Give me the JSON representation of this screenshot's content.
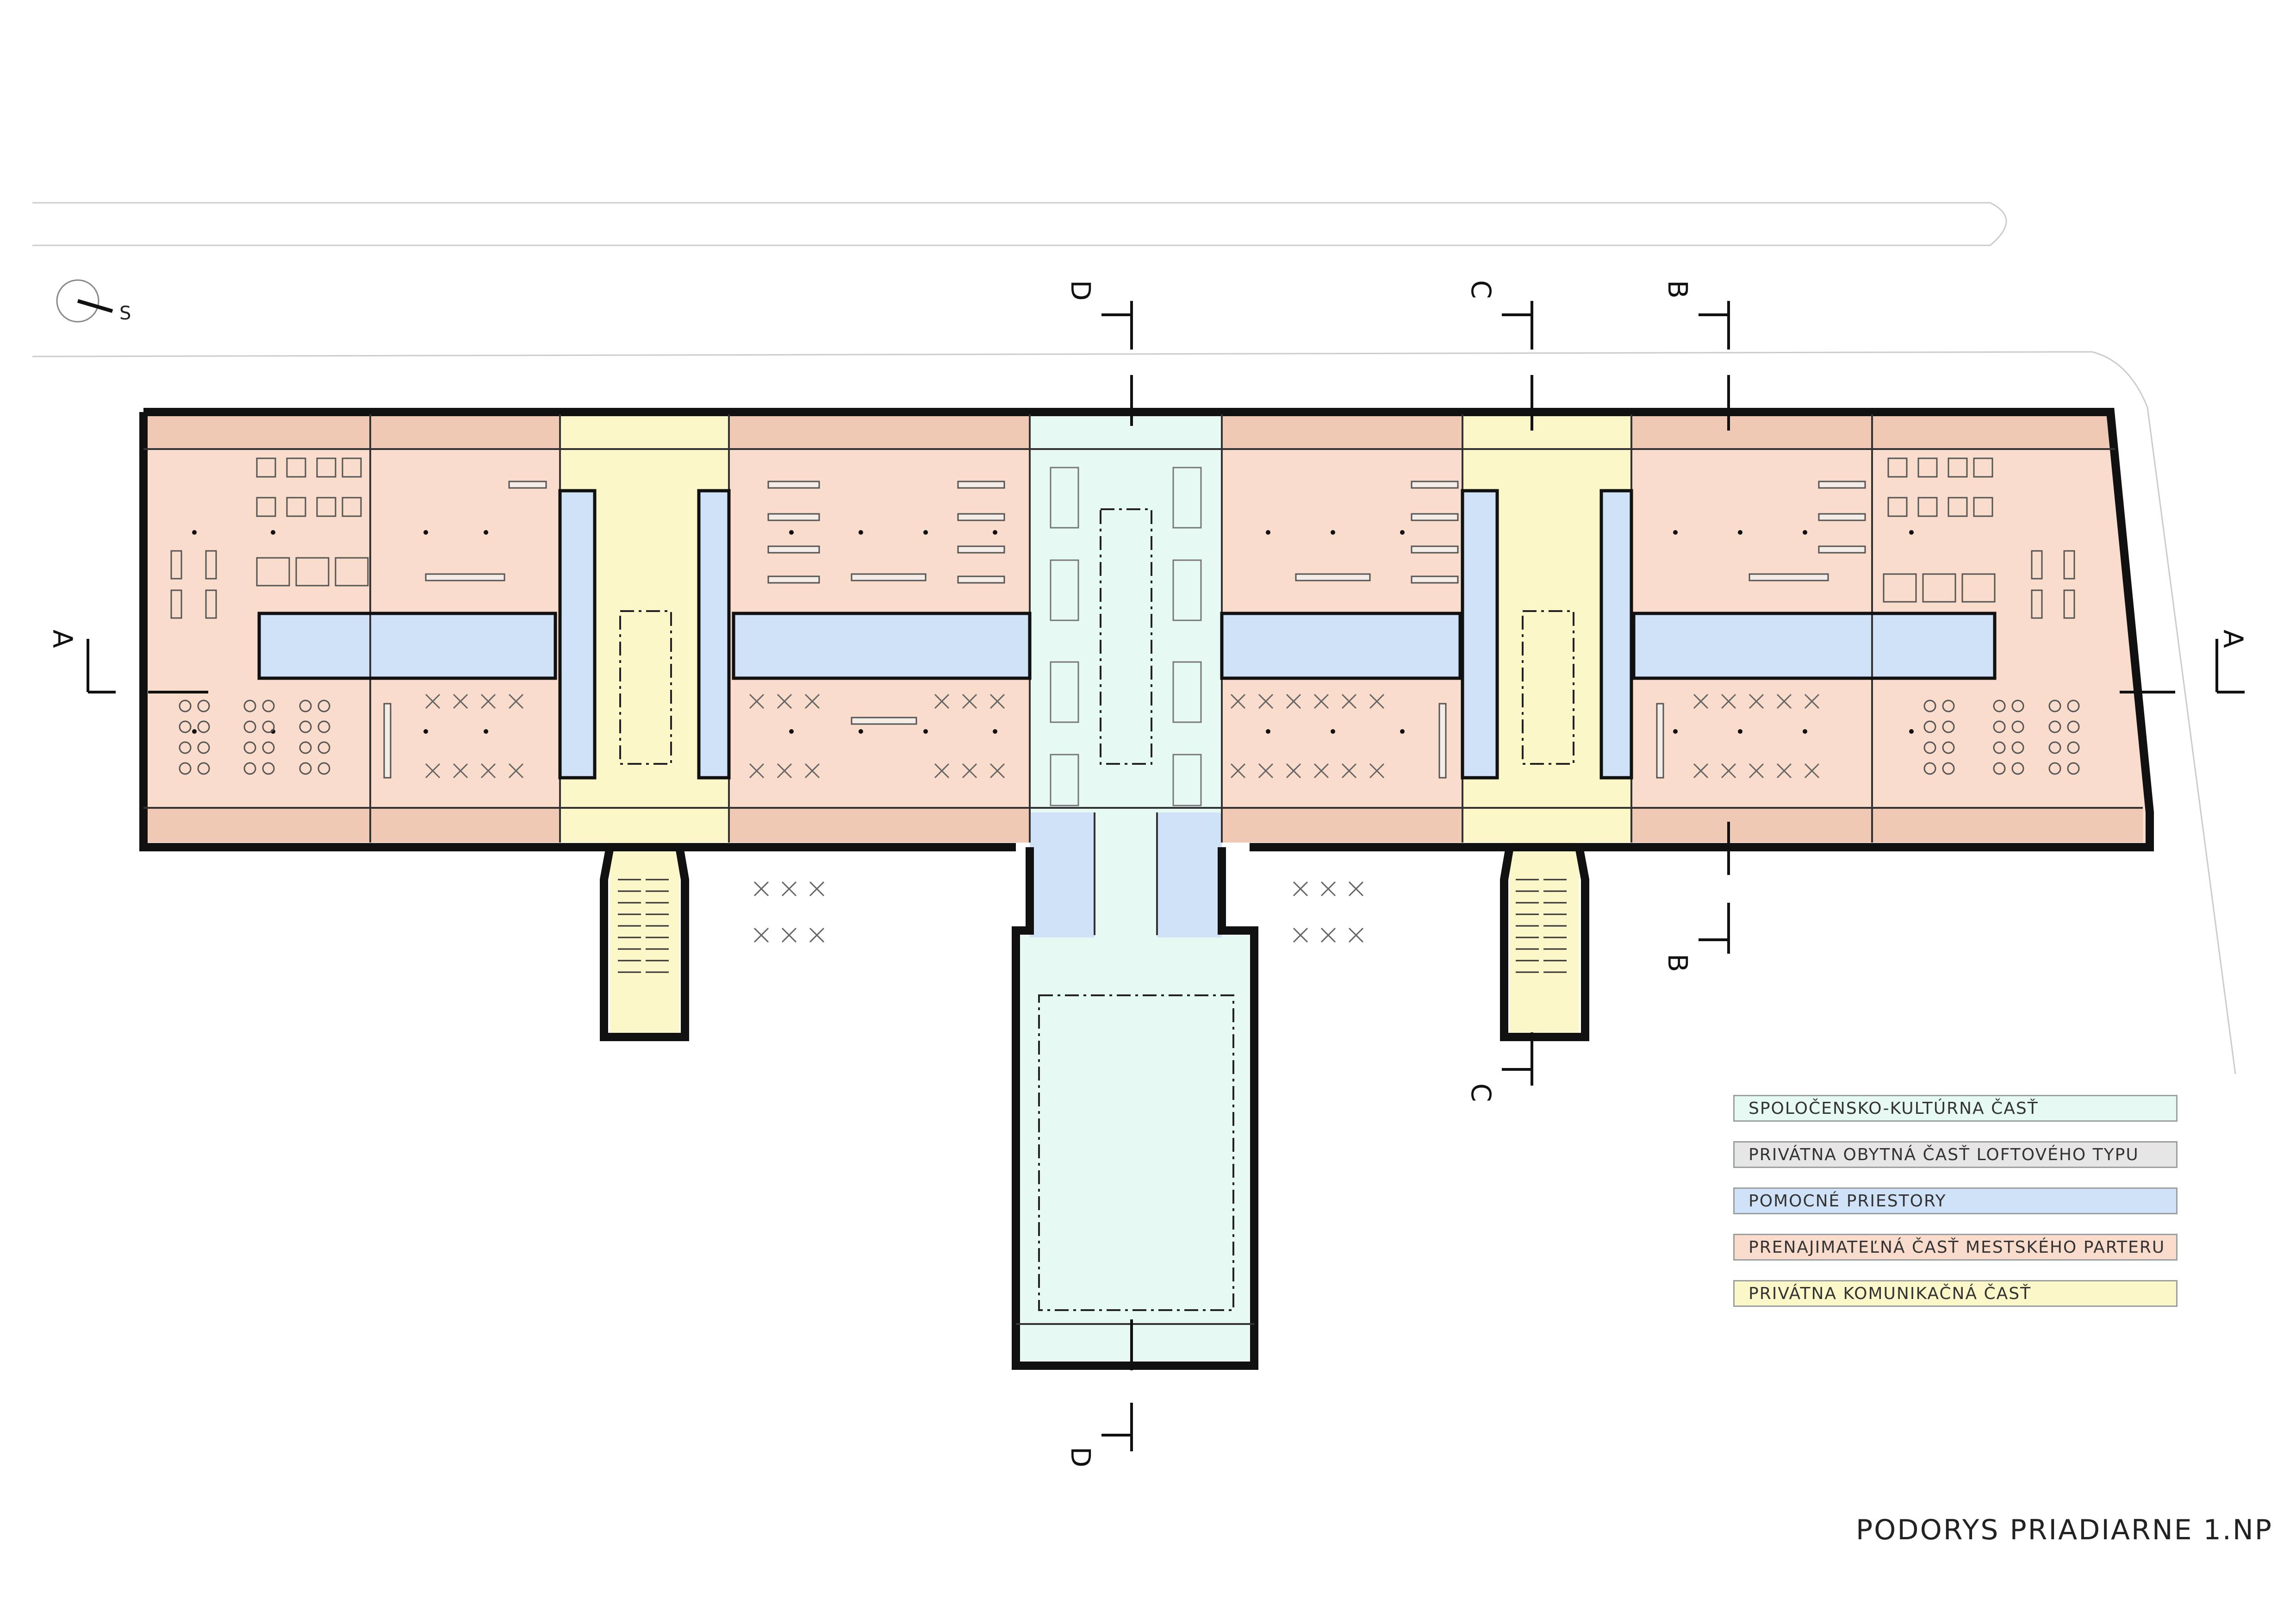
{
  "drawing": {
    "title": "PODORYS PRIADIARNE 1.NP",
    "north_label": "S",
    "section_markers": [
      "A",
      "B",
      "C",
      "D"
    ]
  },
  "legend": [
    {
      "label": "SPOLOČENSKO-KULTÚRNA ČASŤ",
      "color": "#e6f9f2"
    },
    {
      "label": "PRIVÁTNA OBYTNÁ ČASŤ LOFTOVÉHO TYPU",
      "color": "#e6e6e6"
    },
    {
      "label": "POMOCNÉ PRIESTORY",
      "color": "#cfe2f7"
    },
    {
      "label": "PRENAJIMATEĽNÁ ČASŤ MESTSKÉHO PARTERU",
      "color": "#f9dccb"
    },
    {
      "label": "PRIVÁTNA KOMUNIKAČNÁ ČASŤ",
      "color": "#fbf7c9"
    }
  ],
  "colors": {
    "rental": "#f9dccb",
    "rental_strip": "#efc9b4",
    "service": "#cfe2f7",
    "cultural": "#e6f9f2",
    "circulation": "#fbf7c9",
    "wall": "#111111"
  }
}
